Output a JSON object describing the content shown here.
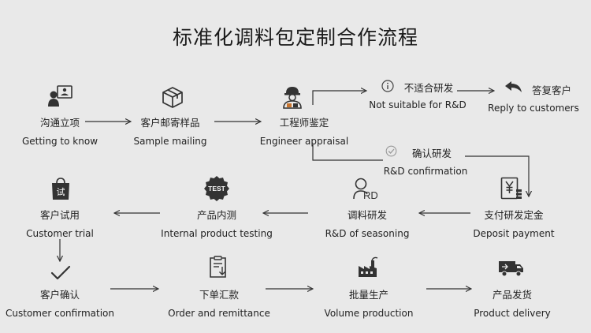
{
  "title": "标准化调料包定制合作流程",
  "steps": {
    "getting_to_know": {
      "zh": "沟通立项",
      "en": "Getting to know",
      "icon": "consultation-icon"
    },
    "sample_mailing": {
      "zh": "客户邮寄样品",
      "en": "Sample mailing",
      "icon": "package-box-icon"
    },
    "engineer_appraisal": {
      "zh": "工程师鉴定",
      "en": "Engineer appraisal",
      "icon": "engineer-icon"
    },
    "not_suitable": {
      "zh": "不适合研发",
      "en": "Not suitable for R&D",
      "icon": "info-circle-icon"
    },
    "reply_customers": {
      "zh": "答复客户",
      "en": "Reply to customers",
      "icon": "reply-arrow-icon"
    },
    "rd_confirmation": {
      "zh": "确认研发",
      "en": "R&D confirmation",
      "icon": "check-circle-icon"
    },
    "deposit_payment": {
      "zh": "支付研发定金",
      "en": "Deposit payment",
      "icon": "yen-bill-icon"
    },
    "rd_seasoning": {
      "zh": "调料研发",
      "en": "R&D of seasoning",
      "icon": "rd-icon",
      "icon_text": "RD"
    },
    "internal_testing": {
      "zh": "产品内测",
      "en": "Internal product testing",
      "icon": "test-badge-icon",
      "icon_text": "TEST"
    },
    "customer_trial": {
      "zh": "客户试用",
      "en": "Customer trial",
      "icon": "trial-bag-icon",
      "icon_text": "试"
    },
    "customer_confirmation": {
      "zh": "客户确认",
      "en": "Customer confirmation",
      "icon": "checkmark-icon"
    },
    "order_remittance": {
      "zh": "下单汇款",
      "en": "Order and remittance",
      "icon": "clipboard-icon"
    },
    "volume_production": {
      "zh": "批量生产",
      "en": "Volume production",
      "icon": "factory-icon"
    },
    "product_delivery": {
      "zh": "产品发货",
      "en": "Product delivery",
      "icon": "delivery-truck-icon"
    }
  }
}
